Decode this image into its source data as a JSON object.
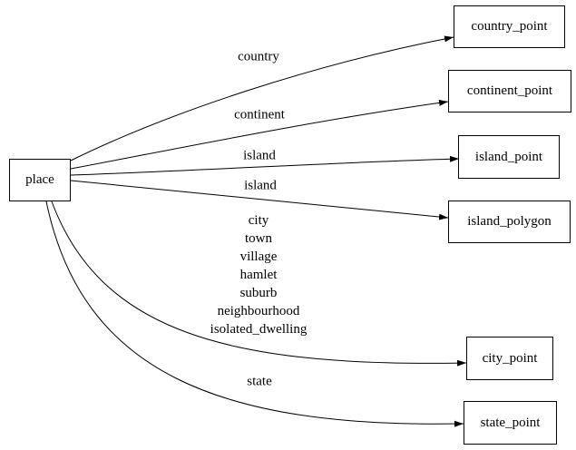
{
  "diagram": {
    "background_color": "#ffffff",
    "stroke_color": "#000000",
    "nodes": [
      {
        "id": "place",
        "label": "place"
      },
      {
        "id": "country_point",
        "label": "country_point"
      },
      {
        "id": "continent_point",
        "label": "continent_point"
      },
      {
        "id": "island_point",
        "label": "island_point"
      },
      {
        "id": "island_polygon",
        "label": "island_polygon"
      },
      {
        "id": "city_point",
        "label": "city_point"
      },
      {
        "id": "state_point",
        "label": "state_point"
      }
    ],
    "edges": [
      {
        "from": "place",
        "to": "country_point",
        "label": "country"
      },
      {
        "from": "place",
        "to": "continent_point",
        "label": "continent"
      },
      {
        "from": "place",
        "to": "island_point",
        "label": "island"
      },
      {
        "from": "place",
        "to": "island_polygon",
        "label": "island"
      },
      {
        "from": "place",
        "to": "city_point",
        "label_lines": [
          "city",
          "town",
          "village",
          "hamlet",
          "suburb",
          "neighbourhood",
          "isolated_dwelling"
        ]
      },
      {
        "from": "place",
        "to": "state_point",
        "label": "state"
      }
    ]
  }
}
